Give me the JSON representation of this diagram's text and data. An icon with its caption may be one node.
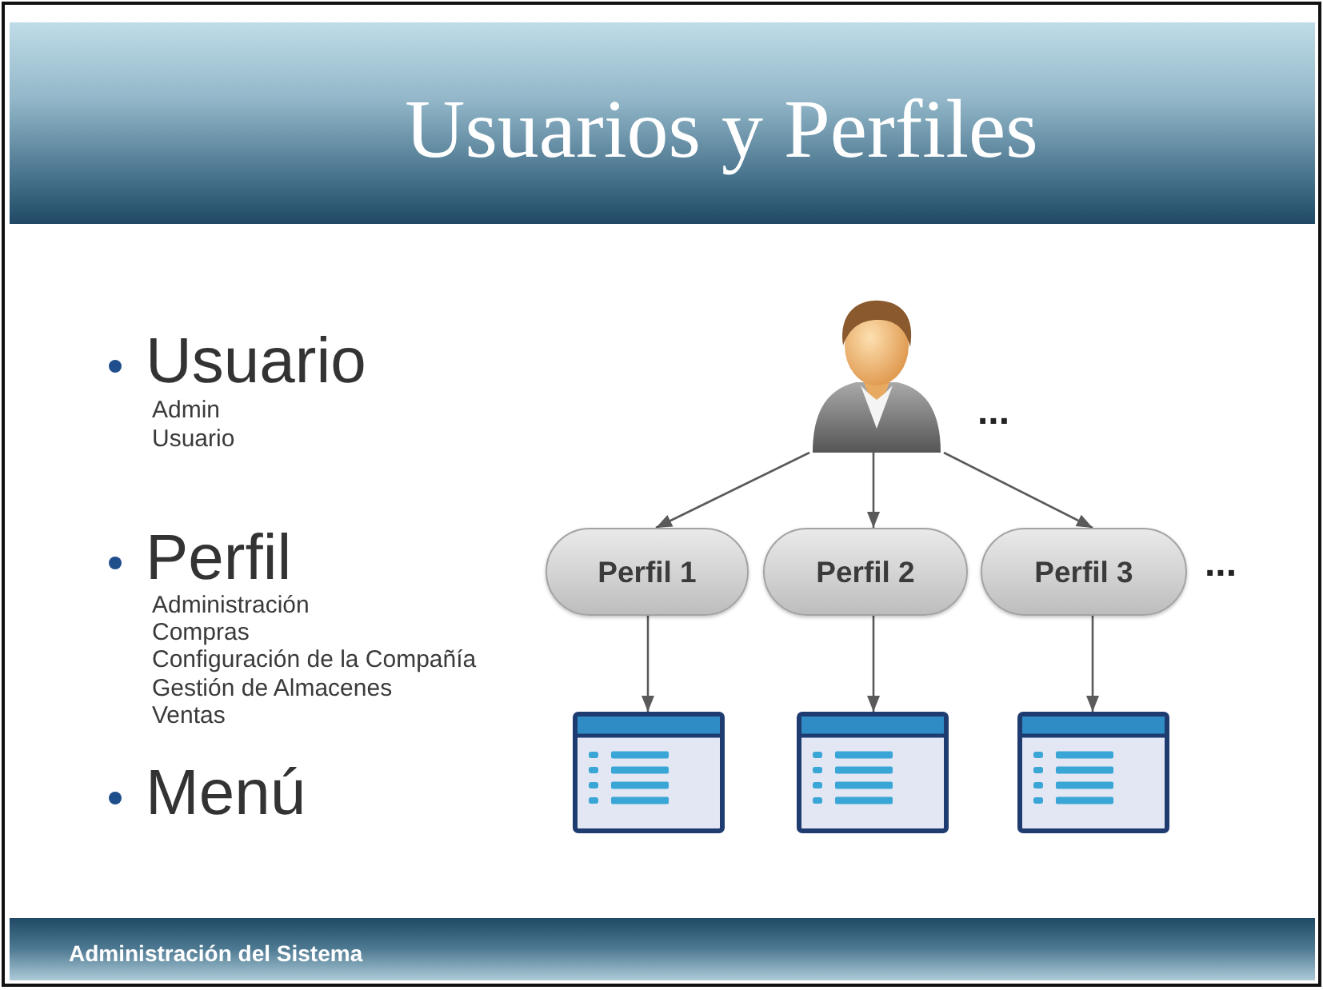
{
  "diagram": {
    "title": "Usuarios y Perfiles",
    "nodes": [
      {
        "text": [],
        "shape": "person",
        "beside": [
          "..."
        ]
      },
      {
        "text": [
          "Perfil 1"
        ]
      },
      {
        "text": [
          "Perfil 2"
        ]
      },
      {
        "text": [
          "Perfil 3"
        ],
        "beside": [
          "..."
        ]
      },
      {
        "text": [],
        "shape": "picture"
      },
      {
        "text": [],
        "shape": "picture"
      },
      {
        "text": [],
        "shape": "picture"
      }
    ],
    "edges": [
      {
        "from": 0,
        "to": 1,
        "arrow": "to"
      },
      {
        "from": 0,
        "to": 2,
        "arrow": "to"
      },
      {
        "from": 0,
        "to": 3,
        "arrow": "to"
      },
      {
        "from": 1,
        "to": 4,
        "arrow": "to"
      },
      {
        "from": 2,
        "to": 5,
        "arrow": "to"
      },
      {
        "from": 3,
        "to": 6,
        "arrow": "to"
      }
    ],
    "labels": [
      "Usuario",
      "Admin",
      "Usuario",
      "Perfil",
      "Administración",
      "Compras",
      "Configuración de la Compañía",
      "Gestión de Almacenes",
      "Ventas",
      "Menú",
      "Administración del Sistema"
    ]
  }
}
